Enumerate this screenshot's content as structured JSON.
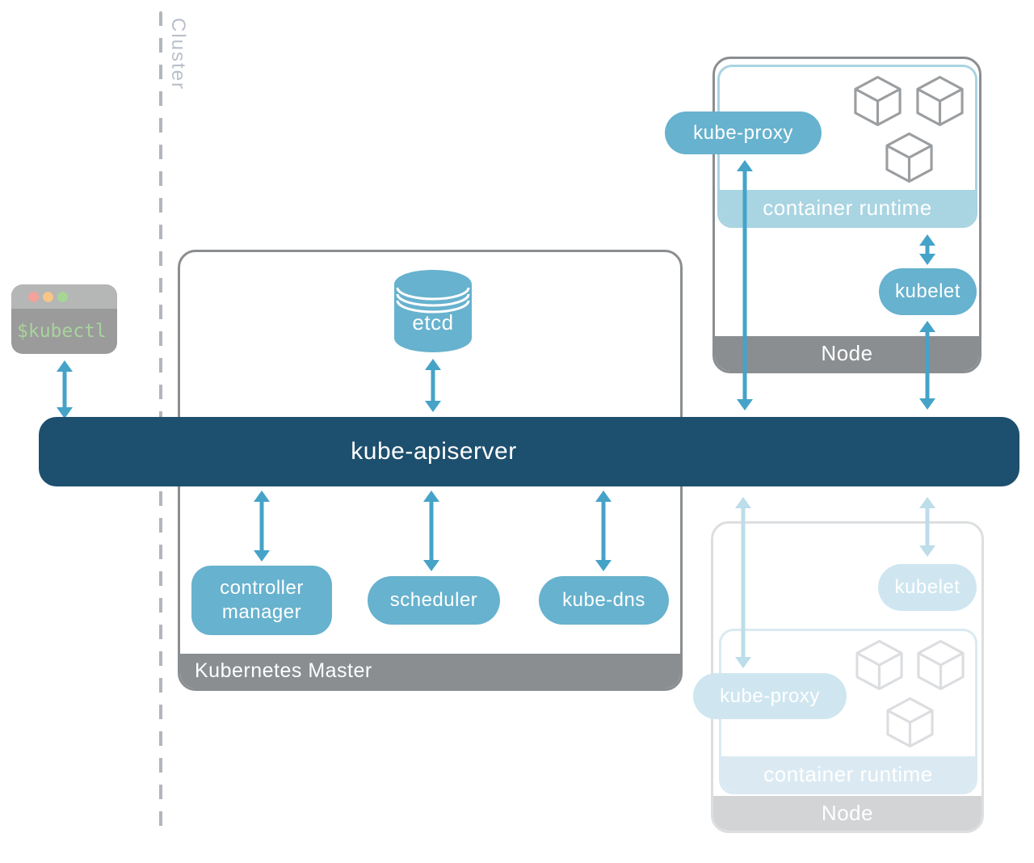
{
  "colors": {
    "teal": "#67b2ce",
    "arrow": "#45a3c8",
    "dark_blue": "#1d4f6e",
    "gray": "#8a8e91",
    "light_blue": "#a9d4e2",
    "dash": "#b2b6bc",
    "cluster_text": "#b9bfc9",
    "cube": "#9b9ea1",
    "faded_border": "#dcdee0",
    "faded_gray": "#d2d4d6",
    "faded_pill": "#cfe6f0",
    "faded_light_blue": "#dbeaf2",
    "faded_arrow": "#bcdde9",
    "faded_cube": "#dbdde0",
    "terminal_bar": "#b5b6b6",
    "terminal_body": "#9b9b9b",
    "terminal_text": "#a8d49d",
    "dot_red": "#f2a29b",
    "dot_yellow": "#f5c687",
    "dot_green": "#a6d693"
  },
  "cluster": {
    "label": "Cluster"
  },
  "terminal": {
    "command": "$kubectl"
  },
  "apiserver": {
    "label": "kube-apiserver"
  },
  "master": {
    "title": "Kubernetes Master",
    "etcd": "etcd",
    "controller_manager": "controller manager",
    "scheduler": "scheduler",
    "kube_dns": "kube-dns"
  },
  "node_active": {
    "title": "Node",
    "kube_proxy": "kube-proxy",
    "container_runtime": "container runtime",
    "kubelet": "kubelet"
  },
  "node_inactive": {
    "title": "Node",
    "kube_proxy": "kube-proxy",
    "container_runtime": "container runtime",
    "kubelet": "kubelet"
  }
}
